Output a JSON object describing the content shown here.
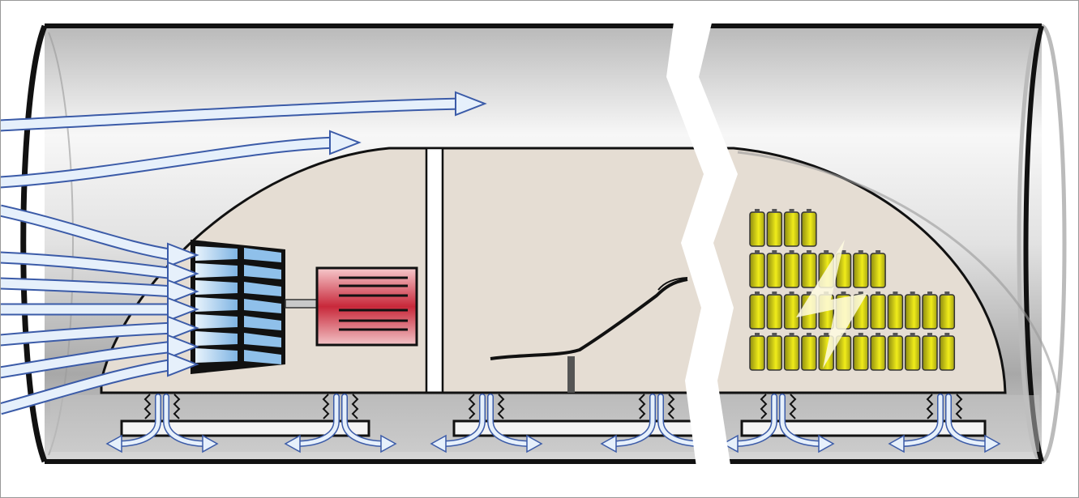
{
  "diagram": {
    "colors": {
      "tube_outline": "#111111",
      "tube_fill_light": "#f4f4f4",
      "tube_fill_dark": "#a9a9a9",
      "capsule_body": "#e5ddd3",
      "air_flow_fill": "#e6f0fb",
      "air_flow_outline": "#3b5ba8",
      "compressor_blade": "#8fc0ea",
      "motor": "#c8283a",
      "battery": "#c8c414",
      "lightning": "#fffbe0"
    },
    "battery_rows": [
      4,
      8,
      12,
      12
    ],
    "compressor_blades": 7,
    "air_bearing_count": 6
  }
}
